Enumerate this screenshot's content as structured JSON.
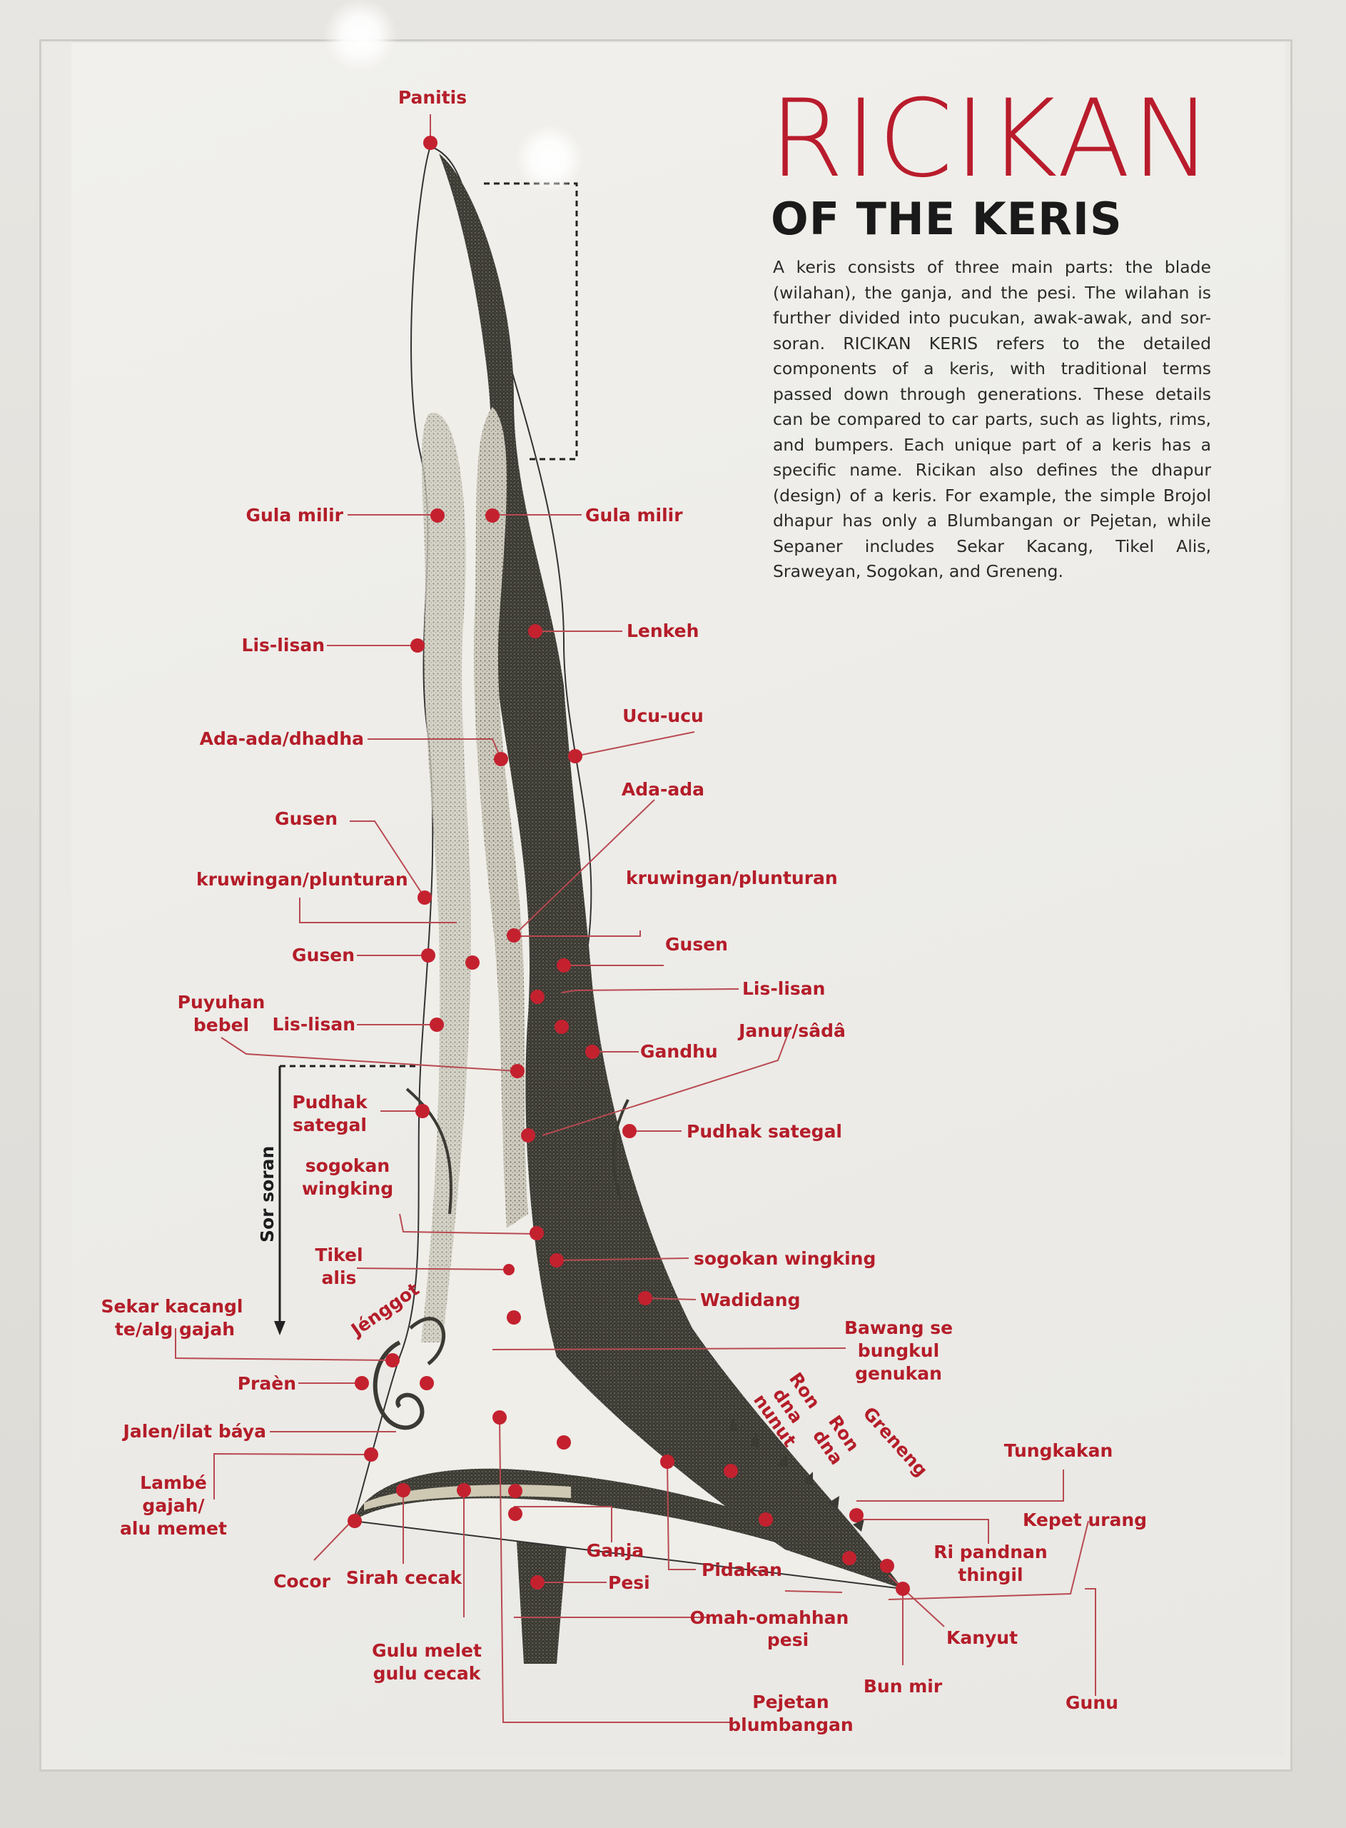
{
  "poster": {
    "title": "RICIKAN",
    "subtitle": "OF THE KERIS",
    "description": "A keris consists of three main parts: the blade (wilahan), the ganja, and the pesi. The wilahan is further divided into pucukan, awak-awak, and sor-soran. RICIKAN KERIS refers to the detailed components of a keris, with traditional terms passed down through generations. These details can be compared to car parts, such as lights, rims, and bumpers. Each unique part of a keris has a specific name. Ricikan also defines the dhapur (design) of a keris. For example, the simple Brojol dhapur has only a Blumbangan or Pejetan, while Sepaner includes Sekar Kacang, Tikel Alis, Sraweyan, Sogokan, and Greneng."
  },
  "colors": {
    "accent_red": "#b41d29",
    "blade_dark": "#3b3a33",
    "paper": "#eeede9"
  },
  "labels": {
    "panitis": "Panitis",
    "gula_milir_left": "Gula milir",
    "gula_milir_right": "Gula milir",
    "lenkeh": "Lenkeh",
    "lis_lisan_upper": "Lis-lisan",
    "ucu_ucu": "Ucu-ucu",
    "ada_ada_dhadha": "Ada-ada/dhadha",
    "ada_ada": "Ada-ada",
    "gusen_upper": "Gusen",
    "kruwingan_left": "kruwingan/plunturan",
    "kruwingan_right": "kruwingan/plunturan",
    "gusen_left": "Gusen",
    "gusen_right": "Gusen",
    "lis_lisan_right": "Lis-lisan",
    "puyuhan_bebel": [
      "Puyuhan",
      "bebel"
    ],
    "lis_lisan_left": "Lis-lisan",
    "janur_sada": "Janur/sâdâ",
    "gandhu": "Gandhu",
    "pudhak_sategal_left": [
      "Pudhak",
      "sategal"
    ],
    "pudhak_sategal_right": "Pudhak sategal",
    "sor_soran": "Sor soran",
    "sogokan_wingking_left": [
      "sogokan",
      "wingking"
    ],
    "sogokan_wingking_right": "sogokan wingking",
    "tikel_alis": [
      "Tikel",
      "alis"
    ],
    "wadidang": "Wadidang",
    "sekar_kacang": [
      "Sekar kacangl",
      "te/alg gajah"
    ],
    "jenggot": "Jénggot",
    "bawang_sebungkul": [
      "Bawang se",
      "bungkul",
      "genukan"
    ],
    "praen": "Praèn",
    "ron_dna_nunut": [
      "Ron",
      "dna",
      "nunut"
    ],
    "ron_dna": [
      "Ron",
      "dna"
    ],
    "greneng": "Greneng",
    "jalen": "Jalen/ilat báya",
    "tungkakan": "Tungkakan",
    "lambe_gajah": [
      "Lambé",
      "gajah/",
      "alu memet"
    ],
    "kepet_urang": "Kepet urang",
    "ri_pandnan": [
      "Ri pandnan",
      "thingil"
    ],
    "cocor": "Cocor",
    "sirah_cecak": "Sirah cecak",
    "ganja": "Ganja",
    "pesi": "Pesi",
    "pidakan": "Pidakan",
    "omah_omahhan": [
      "Omah-omahhan",
      "pesi"
    ],
    "kanyut": "Kanyut",
    "gulu_melet": [
      "Gulu melet",
      "gulu cecak"
    ],
    "bun_mir": "Bun mir",
    "gunu": "Gunu",
    "pejetan": [
      "Pejetan",
      "blumbangan"
    ]
  }
}
